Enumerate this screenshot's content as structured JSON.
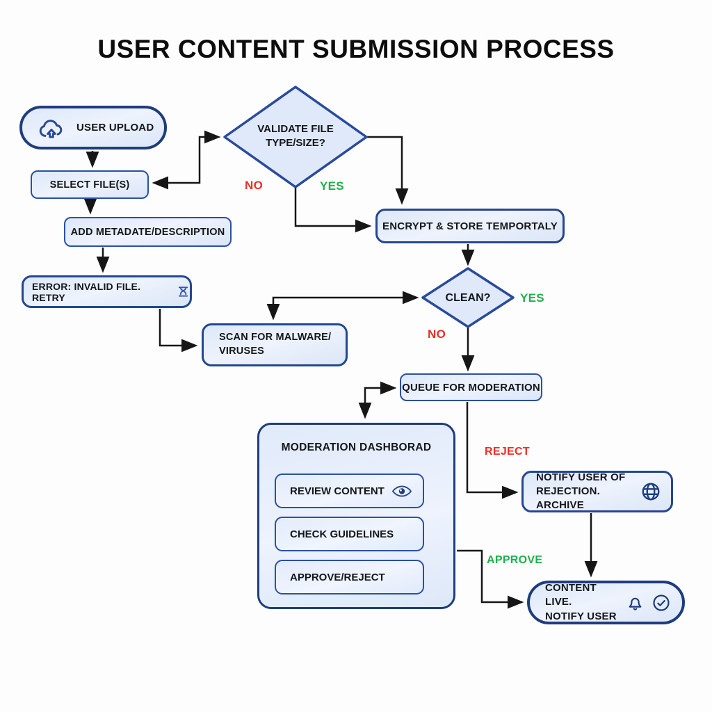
{
  "title": "USER CONTENT SUBMISSION PROCESS",
  "colors": {
    "node_fill": "#e7eefb",
    "node_border": "#2b50a4",
    "strong_border": "#1e3d7d",
    "icon_blue": "#2a4a8f",
    "connector_black": "#161616",
    "no_red": "#ee2e26",
    "yes_green": "#1db04b"
  },
  "nodes": {
    "user_upload": {
      "label": "USER UPLOAD",
      "icon": "cloud-upload-icon"
    },
    "select_files": {
      "label": "SELECT FILE(S)"
    },
    "add_metadata": {
      "label": "ADD METADATE/DESCRIPTION"
    },
    "error_retry": {
      "label": "ERROR: INVALID FILE. RETRY",
      "icon": "hourglass-icon"
    },
    "scan_malware": {
      "line1": "SCAN FOR MALWARE/",
      "line2": "VIRUSES"
    },
    "validate": {
      "line1": "VALIDATE FILE",
      "line2": "TYPE/SIZE?"
    },
    "encrypt_store": {
      "label": "ENCRYPT & STORE TEMPORTALY"
    },
    "clean": {
      "label": "CLEAN?"
    },
    "queue_moderation": {
      "label": "QUEUE FOR MODERATION"
    },
    "moderation_dashboard": {
      "title": "MODERATION DASHBORAD",
      "items": [
        {
          "label": "REVIEW CONTENT",
          "icon": "eye-icon"
        },
        {
          "label": "CHECK GUIDELINES"
        },
        {
          "label": "APPROVE/REJECT"
        }
      ]
    },
    "notify_rejection": {
      "line1": "NOTIFY USER OF",
      "line2": "REJECTION. ARCHIVE",
      "icon": "globe-icon"
    },
    "content_live": {
      "line1": "CONTENT LIVE.",
      "line2": "NOTIFY USER",
      "icons": [
        "bell-icon",
        "check-circle-icon"
      ]
    }
  },
  "edge_labels": {
    "validate_no": "NO",
    "validate_yes": "YES",
    "clean_yes": "YES",
    "clean_no": "NO",
    "reject": "REJECT",
    "approve": "APPROVE"
  }
}
